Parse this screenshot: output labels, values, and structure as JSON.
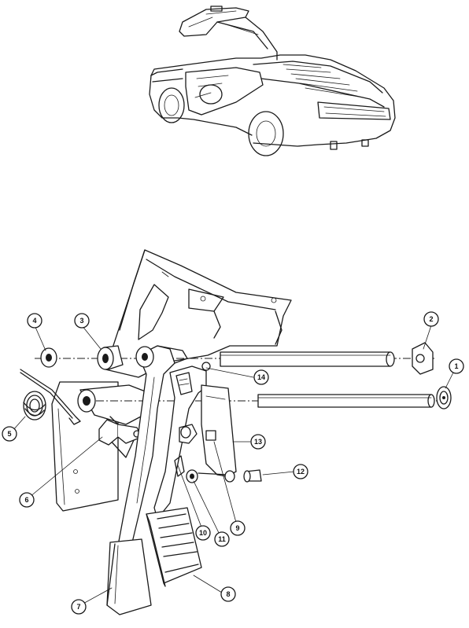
{
  "diagram": {
    "callouts": [
      {
        "id": 1,
        "label": "1"
      },
      {
        "id": 2,
        "label": "2"
      },
      {
        "id": 3,
        "label": "3"
      },
      {
        "id": 4,
        "label": "4"
      },
      {
        "id": 5,
        "label": "5"
      },
      {
        "id": 6,
        "label": "6"
      },
      {
        "id": 7,
        "label": "7"
      },
      {
        "id": 8,
        "label": "8"
      },
      {
        "id": 9,
        "label": "9"
      },
      {
        "id": 10,
        "label": "10"
      },
      {
        "id": 11,
        "label": "11"
      },
      {
        "id": 12,
        "label": "12"
      },
      {
        "id": 13,
        "label": "13"
      },
      {
        "id": 14,
        "label": "14"
      }
    ]
  }
}
